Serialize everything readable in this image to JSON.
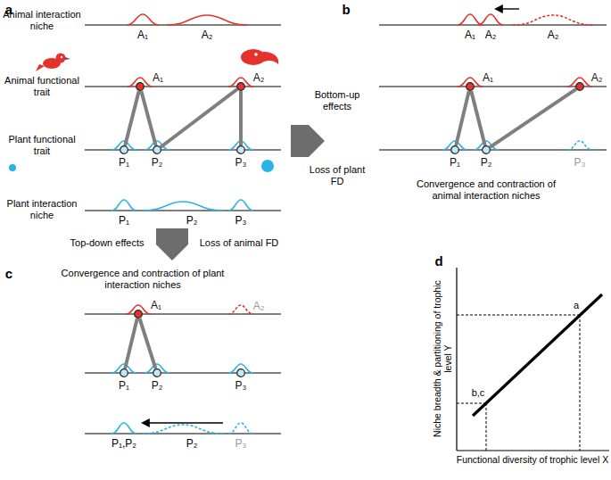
{
  "diagram": {
    "nodes": [
      {
        "text": [
          "A₁"
        ]
      },
      {
        "text": [
          "A₂"
        ]
      },
      {
        "text": [
          "P₁"
        ]
      },
      {
        "text": [
          "P₂"
        ]
      },
      {
        "text": [
          "P₃"
        ]
      },
      {
        "text": [
          "A₁"
        ]
      },
      {
        "text": [
          "A₂"
        ]
      },
      {
        "text": [
          "P₁"
        ]
      },
      {
        "text": [
          "P₂"
        ]
      },
      {
        "text": [
          "A₁"
        ]
      },
      {
        "text": [
          "P₁"
        ]
      },
      {
        "text": [
          "P₂"
        ]
      },
      {
        "text": [
          "P₃"
        ]
      }
    ],
    "edges": [
      {
        "from": 0,
        "to": 2,
        "arrow": "none"
      },
      {
        "from": 0,
        "to": 3,
        "arrow": "none"
      },
      {
        "from": 1,
        "to": 3,
        "arrow": "none"
      },
      {
        "from": 1,
        "to": 4,
        "arrow": "none"
      },
      {
        "from": 5,
        "to": 7,
        "arrow": "none"
      },
      {
        "from": 5,
        "to": 8,
        "arrow": "none"
      },
      {
        "from": 6,
        "to": 8,
        "arrow": "none"
      },
      {
        "from": 9,
        "to": 10,
        "arrow": "none"
      },
      {
        "from": 9,
        "to": 11,
        "arrow": "none"
      }
    ],
    "labels": [
      "a",
      "Animal interaction niche",
      "A₁",
      "A₂",
      "Animal functional trait",
      "Plant functional trait",
      "Plant interaction niche",
      "P₁",
      "P₂",
      "P₃",
      "Bottom-up effects",
      "Loss of plant FD",
      "b",
      "A₁",
      "A₂",
      "A₂",
      "P₃",
      "Convergence and contraction of animal interaction niches",
      "Top-down effects",
      "Loss of animal FD",
      "c",
      "Convergence and contraction of plant interaction niches",
      "A₂",
      "P₁,P₂",
      "P₂",
      "P₃",
      "d",
      "Niche breadth & partitioning of trophic level Y",
      "Functional diversity of trophic level X",
      "a",
      "b,c"
    ]
  }
}
